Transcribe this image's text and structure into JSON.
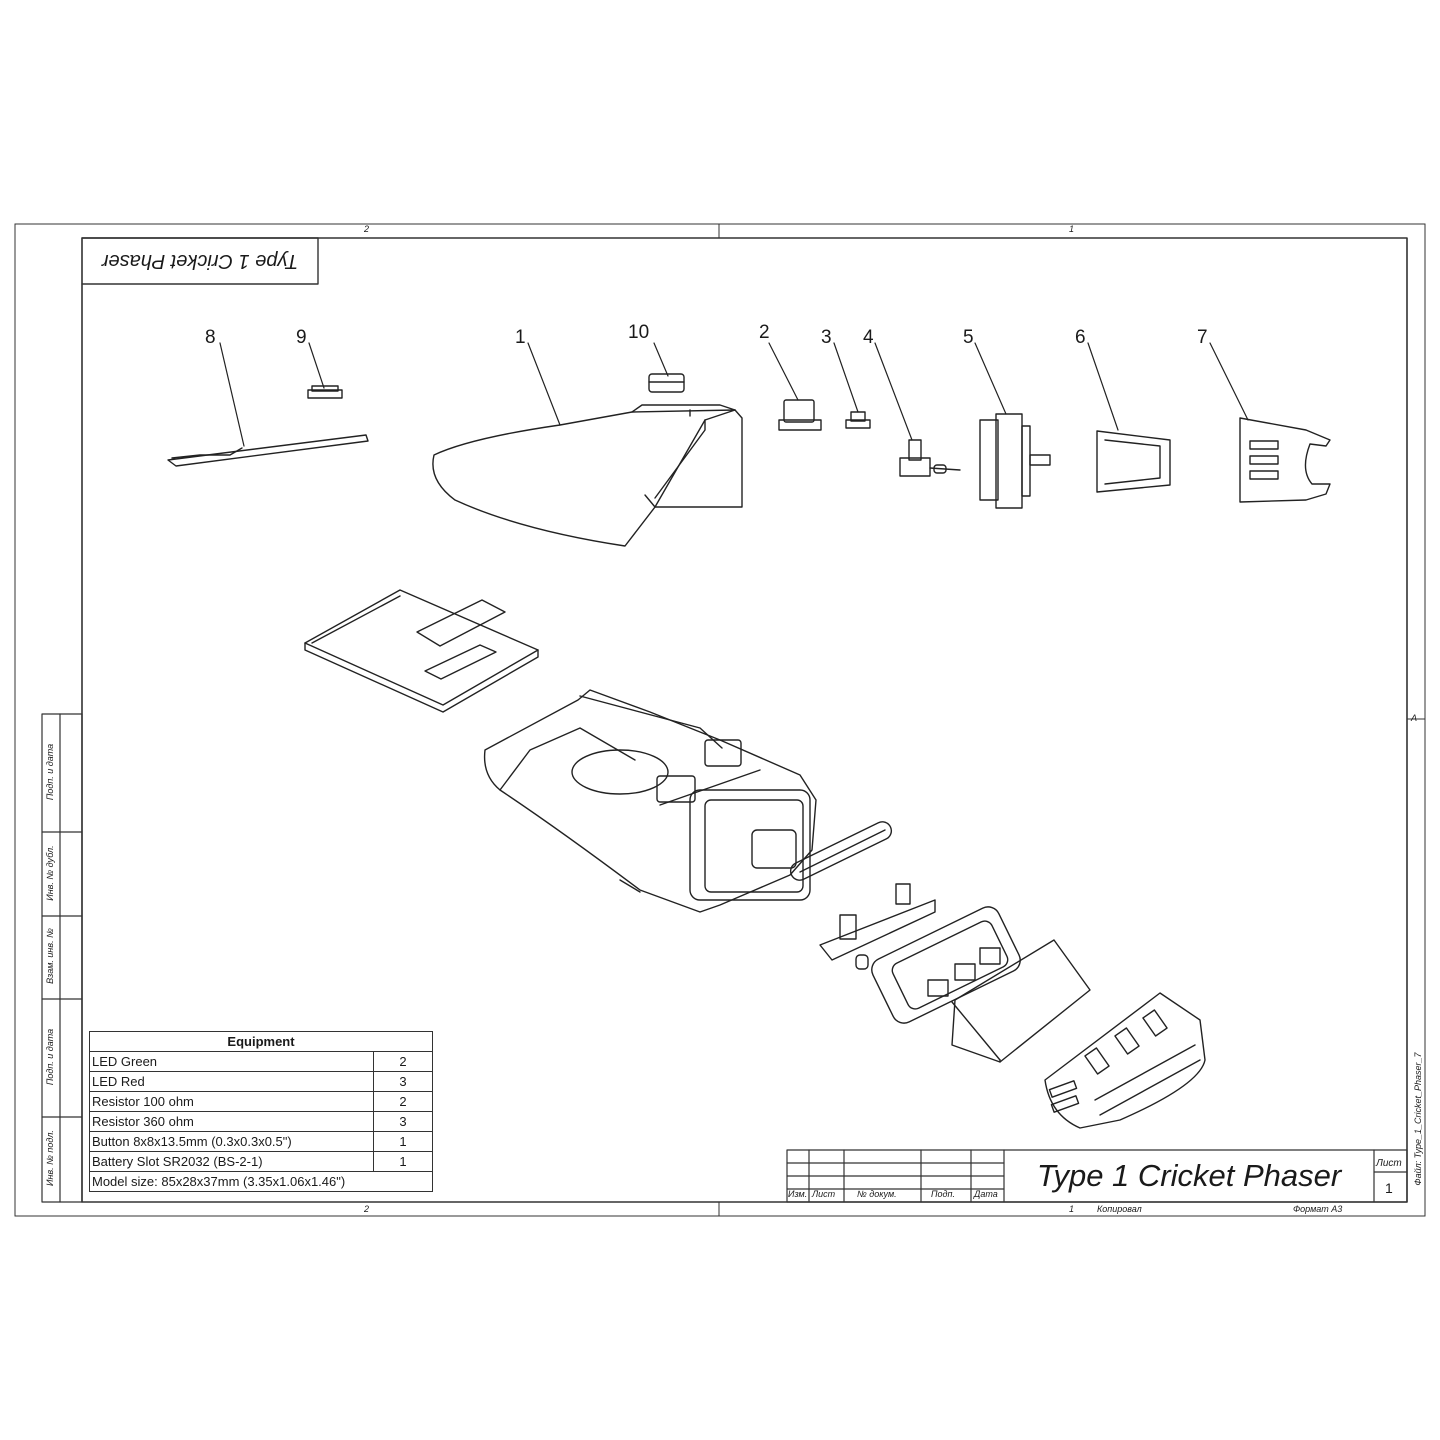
{
  "sheet": {
    "heading_flipped": "Type 1 Cricket Phaser",
    "zone_top_left": "2",
    "zone_top_right": "1",
    "zone_bottom_left": "2",
    "zone_bottom_mid": "1",
    "zone_side": "A"
  },
  "callouts": [
    "8",
    "9",
    "1",
    "10",
    "2",
    "3",
    "4",
    "5",
    "6",
    "7"
  ],
  "equipment": {
    "header": "Equipment",
    "rows": [
      {
        "item": "LED Green",
        "qty": "2"
      },
      {
        "item": "LED Red",
        "qty": "3"
      },
      {
        "item": "Resistor 100 ohm",
        "qty": "2"
      },
      {
        "item": "Resistor 360 ohm",
        "qty": "3"
      },
      {
        "item": "Button 8x8x13.5mm (0.3x0.3x0.5\")",
        "qty": "1"
      },
      {
        "item": "Battery Slot SR2032 (BS-2-1)",
        "qty": "1"
      }
    ],
    "model_size": "Model size: 85x28x37mm (3.35x1.06x1.46\")"
  },
  "title_block": {
    "title": "Type 1 Cricket Phaser",
    "col_izm": "Изм.",
    "col_list": "Лист",
    "col_dokum": "№ докум.",
    "col_podp": "Подп.",
    "col_data": "Дата",
    "list_label": "Лист",
    "list_number": "1",
    "copied": "Копировал",
    "format": "Формат A3",
    "file": "Файл: Type_1_Cricket_Phaser_7"
  },
  "side_stamp": {
    "f1": "Подп. и дата",
    "f2": "Инв. № дубл.",
    "f3": "Взам. инв. №",
    "f4": "Подп. и дата",
    "f5": "Инв. № подл."
  }
}
